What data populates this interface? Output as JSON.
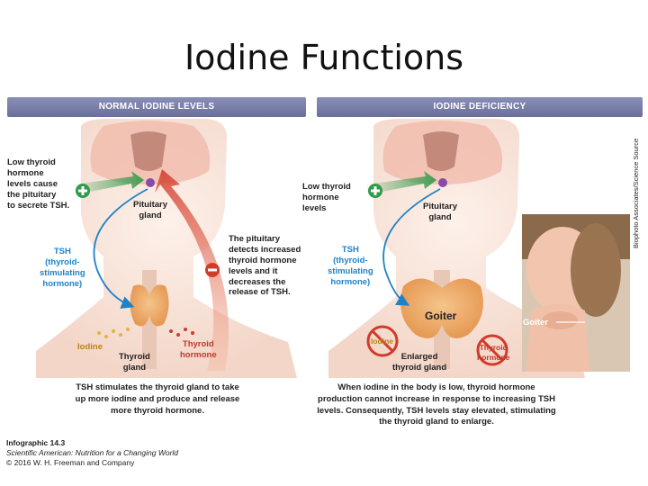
{
  "title": "Iodine Functions",
  "normal": {
    "header": "NORMAL IODINE LEVELS",
    "low_thyroid": [
      "Low thyroid",
      "hormone",
      "levels cause",
      "the pituitary",
      "to secrete TSH."
    ],
    "pituitary": [
      "Pituitary",
      "gland"
    ],
    "tsh": [
      "TSH",
      "(thyroid-",
      "stimulating",
      "hormone)"
    ],
    "detects": [
      "The pituitary",
      "detects increased",
      "thyroid hormone",
      "levels and it",
      "decreases the",
      "release of TSH."
    ],
    "iodine": "Iodine",
    "thyroid_gland": [
      "Thyroid",
      "gland"
    ],
    "thyroid_hormone": [
      "Thyroid",
      "hormone"
    ],
    "caption": [
      "TSH stimulates the thyroid gland to take",
      "up more iodine and produce and release",
      "more thyroid hormone."
    ]
  },
  "deficiency": {
    "header": "IODINE DEFICIENCY",
    "low_thyroid": [
      "Low thyroid",
      "hormone",
      "levels"
    ],
    "pituitary": [
      "Pituitary",
      "gland"
    ],
    "tsh": [
      "TSH",
      "(thyroid-",
      "stimulating",
      "hormone)"
    ],
    "goiter": "Goiter",
    "iodine": "Iodine",
    "enlarged": [
      "Enlarged",
      "thyroid gland"
    ],
    "thyroid_hormone": [
      "Thyroid",
      "hormone"
    ],
    "photo_goiter": "Goiter",
    "photo_credit": "Biophoto Associates/Science Source",
    "caption": [
      "When iodine in the body is low, thyroid hormone",
      "production cannot increase in response to increasing TSH",
      "levels. Consequently, TSH levels stay elevated, stimulating",
      "the thyroid gland to enlarge."
    ]
  },
  "credit": {
    "line1": "Infographic 14.3",
    "line2": "Scientific American: Nutrition for a Changing World",
    "line3": "© 2016 W. H. Freeman and Company"
  },
  "colors": {
    "tsh_blue": "#1f82c6",
    "feedback_red": "#d23a2a",
    "header_bar": "#7a7fa8",
    "plus_green": "#2e9a4a"
  }
}
